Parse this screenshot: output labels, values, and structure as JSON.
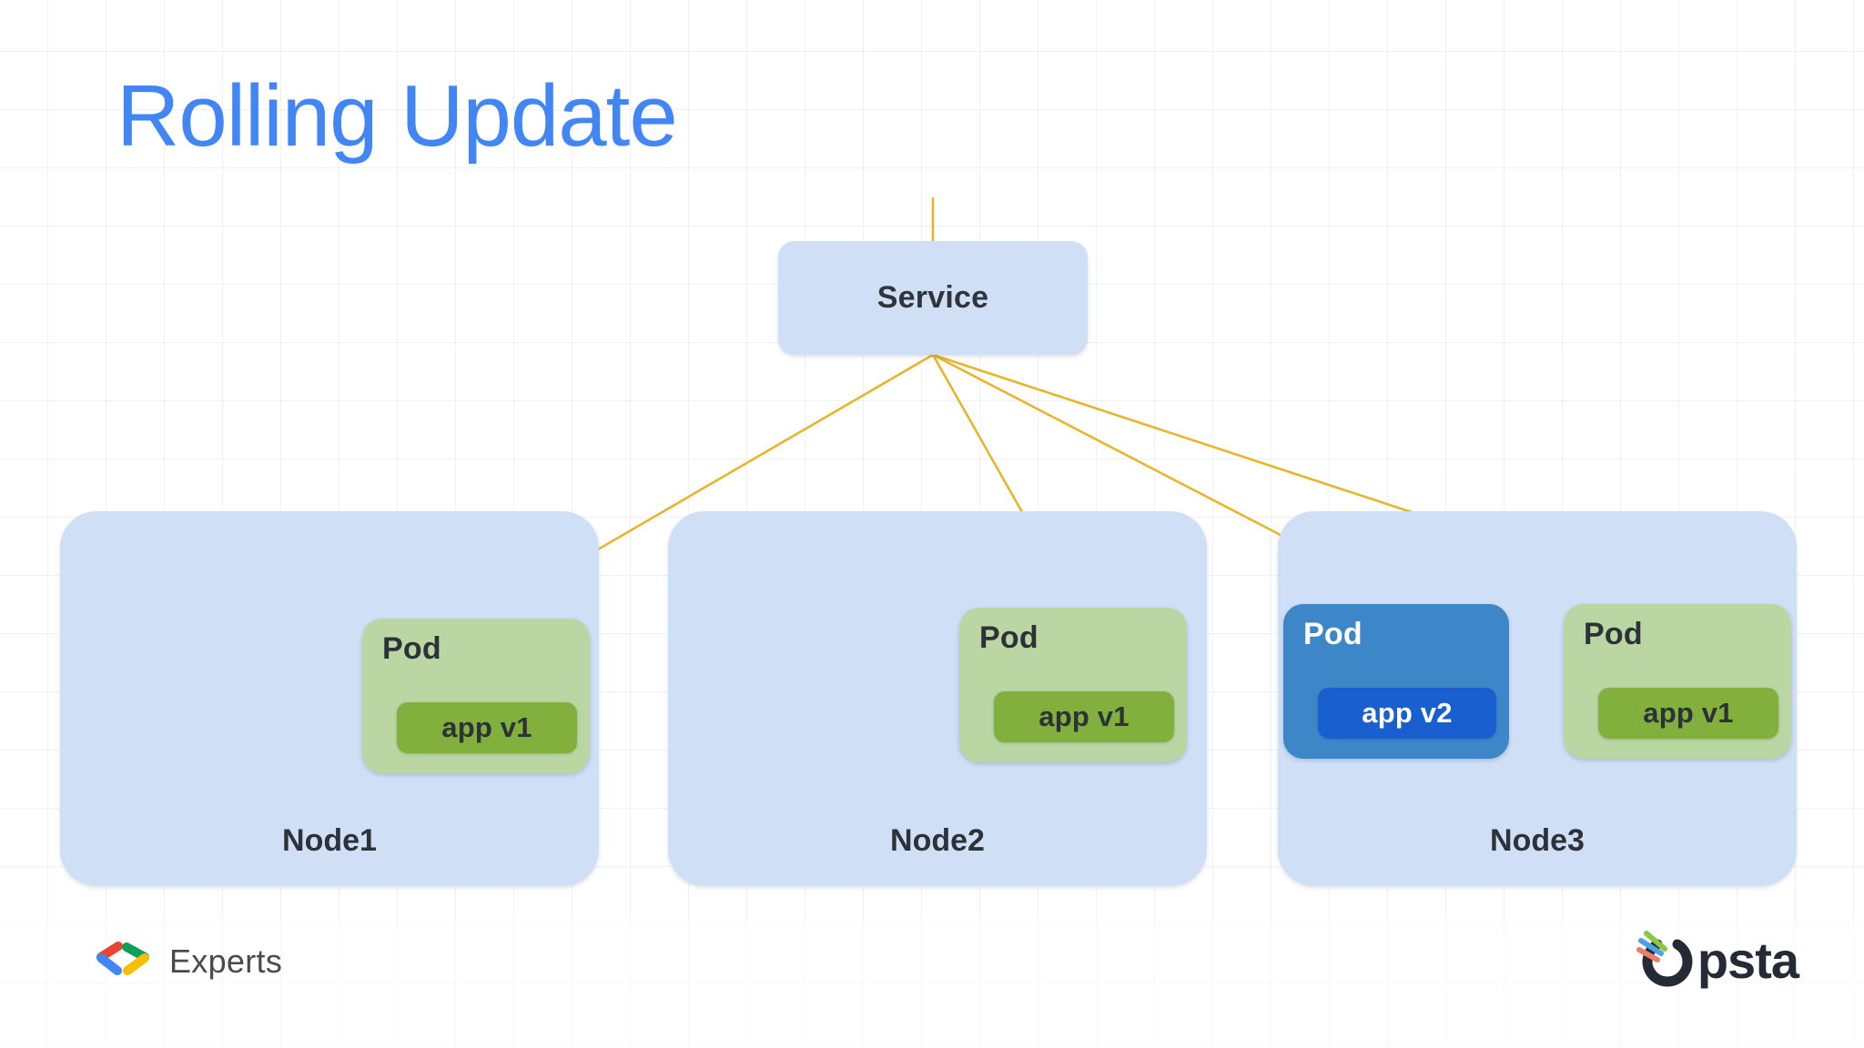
{
  "slide": {
    "title": "Rolling Update",
    "title_color": "#4285f4",
    "background_color": "#ffffff"
  },
  "service": {
    "label": "Service",
    "box_color": "#cfdff6",
    "text_color": "#31353b"
  },
  "connectors": {
    "color": "#e8b429",
    "count": 4,
    "description": "Service fans out to one pod on Node1, one pod on Node2, and two pods on Node3"
  },
  "nodes": [
    {
      "label": "Node1",
      "box_color": "#cfdff6",
      "pods": [
        {
          "label": "Pod",
          "app": "app v1",
          "version": "v1",
          "pod_color": "#bad7a3",
          "app_color": "#82b03c",
          "style": "green"
        }
      ]
    },
    {
      "label": "Node2",
      "box_color": "#cfdff6",
      "pods": [
        {
          "label": "Pod",
          "app": "app v1",
          "version": "v1",
          "pod_color": "#bad7a3",
          "app_color": "#82b03c",
          "style": "green"
        }
      ]
    },
    {
      "label": "Node3",
      "box_color": "#cfdff6",
      "pods": [
        {
          "label": "Pod",
          "app": "app v2",
          "version": "v2",
          "pod_color": "#3d87c9",
          "app_color": "#1a5fd0",
          "style": "blue"
        },
        {
          "label": "Pod",
          "app": "app v1",
          "version": "v1",
          "pod_color": "#bad7a3",
          "app_color": "#82b03c",
          "style": "green"
        }
      ]
    }
  ],
  "footer": {
    "experts": {
      "text": "Experts",
      "icon": "google-developer-experts-logo",
      "colors": [
        "#ea4335",
        "#4285f4",
        "#0f9d58",
        "#fbbc04"
      ]
    },
    "opsta": {
      "text": "psta",
      "icon": "opsta-logo",
      "mark_color": "#242a36",
      "accent_colors": [
        "#4aa3e0",
        "#8dc63f",
        "#ef7d6b"
      ]
    }
  }
}
